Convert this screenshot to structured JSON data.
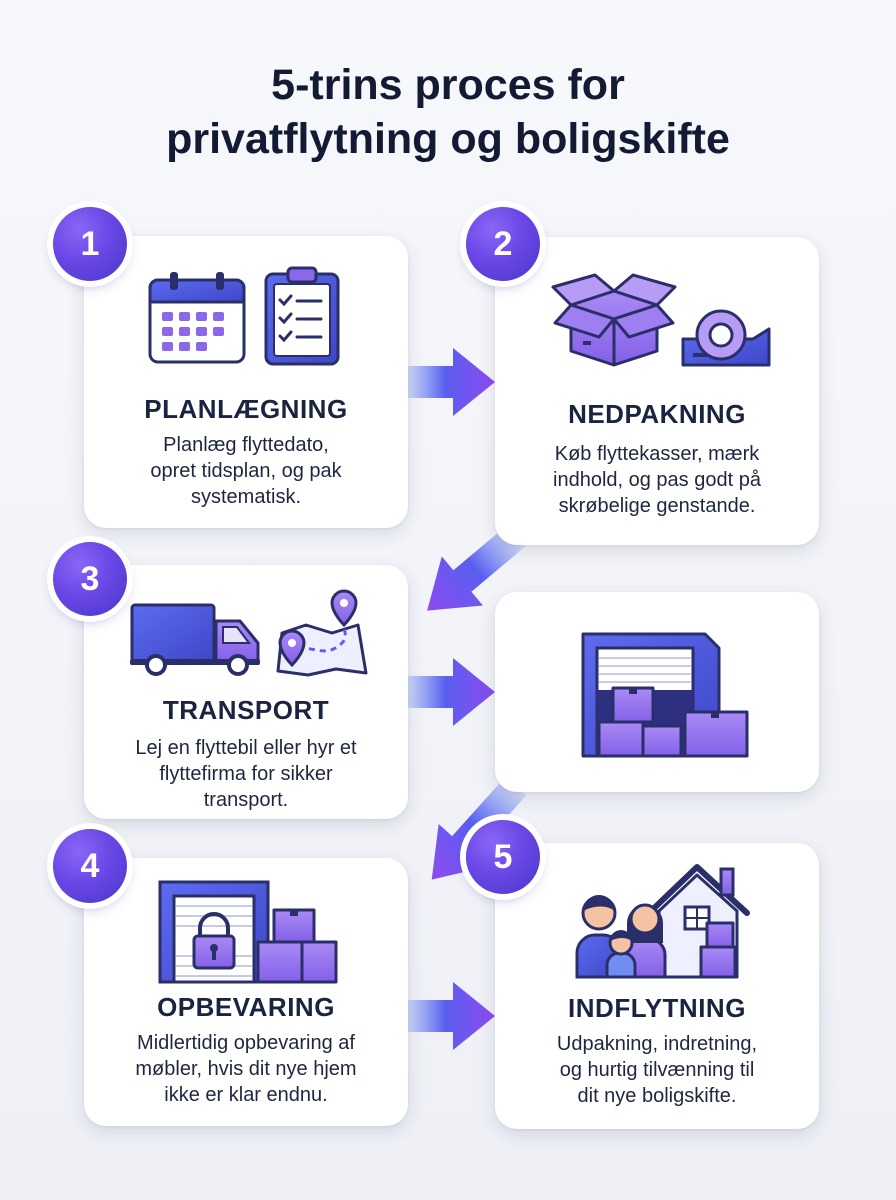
{
  "title_line1": "5-trins proces for",
  "title_line2": "privatflytning og boligskifte",
  "steps": [
    {
      "number": "1",
      "heading": "PLANLÆGNING",
      "desc": [
        "Planlæg flyttedato,",
        "opret tidsplan, og pak",
        "systematisk."
      ]
    },
    {
      "number": "2",
      "heading": "NEDPAKNING",
      "desc": [
        "Køb flyttekasser, mærk",
        "indhold, og pas godt på",
        "skrøbelige genstande."
      ]
    },
    {
      "number": "3",
      "heading": "TRANSPORT",
      "desc": [
        "Lej en flyttebil eller hyr et",
        "flyttefirma for sikker",
        "transport."
      ]
    },
    {
      "number": "4",
      "heading": "OPBEVARING",
      "desc": [
        "Midlertidig opbevaring af",
        "møbler, hvis dit nye hjem",
        "ikke er klar endnu."
      ]
    },
    {
      "number": "5",
      "heading": "INDFLYTNING",
      "desc": [
        "Udpakning, indretning,",
        "og hurtig tilvænning til",
        "dit nye boligskifte."
      ]
    }
  ],
  "icons": [
    "calendar-icon",
    "checklist-icon",
    "open-box-icon",
    "tape-dispenser-icon",
    "truck-icon",
    "map-route-icon",
    "storage-unit-icon",
    "locked-storage-icon",
    "family-icon",
    "house-icon"
  ],
  "colors": {
    "accent": "#6a47e6",
    "purple_light": "#9b7af0",
    "purple_dark": "#352a8a",
    "arrow_start": "#4a6cf0",
    "arrow_end": "#8a4ff0"
  }
}
